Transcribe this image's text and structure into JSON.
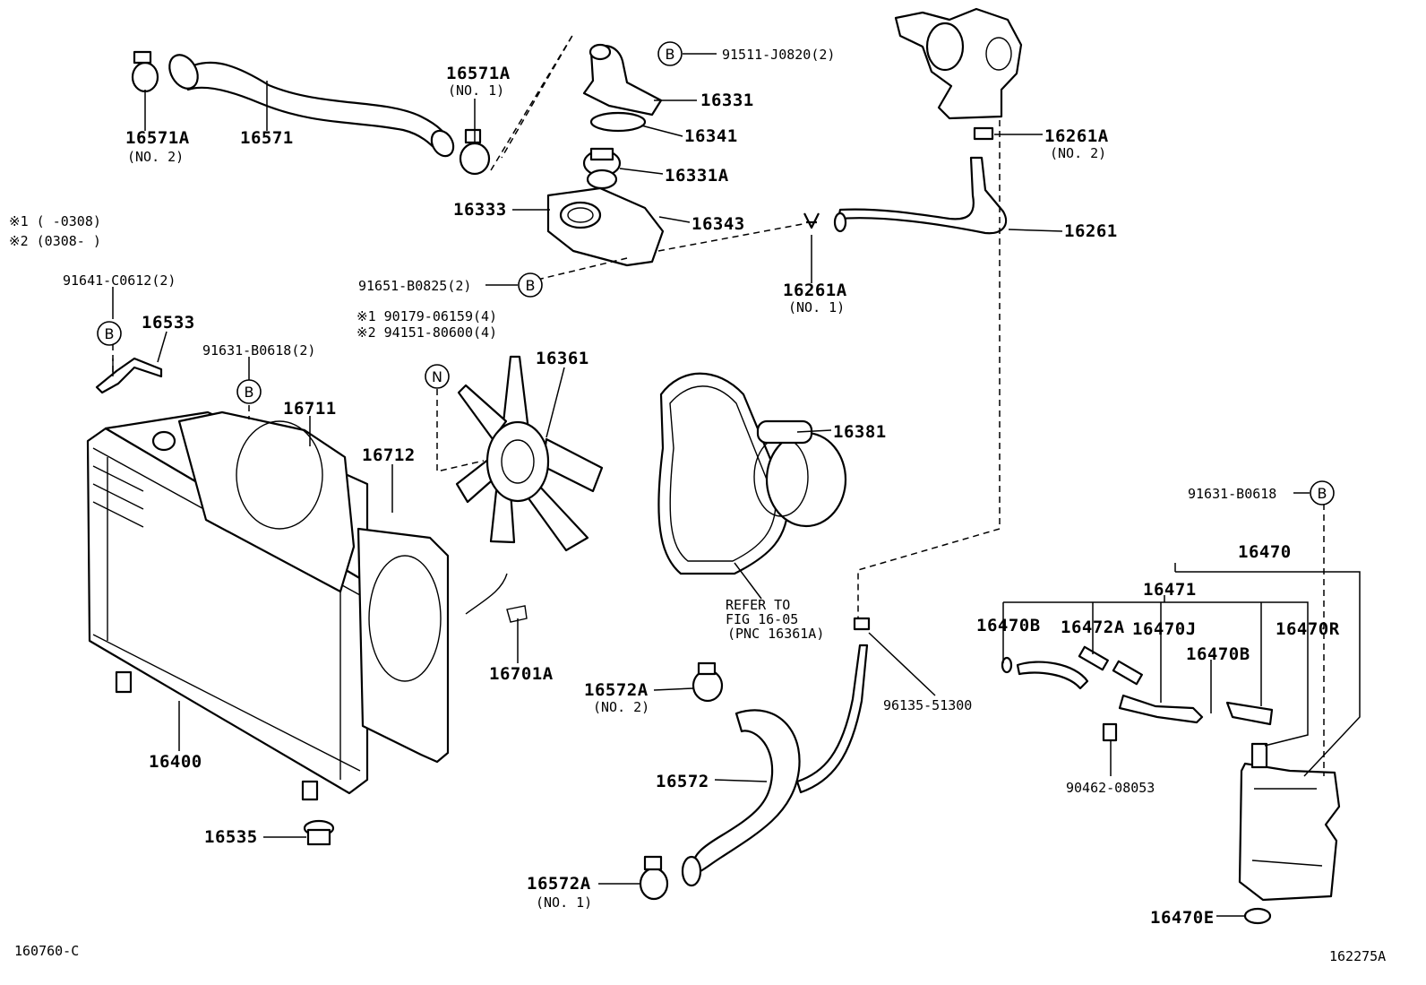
{
  "callouts": [
    {
      "id": "p16571a_no2",
      "num": "16571A",
      "sub": "(NO. 2)"
    },
    {
      "id": "p16571",
      "num": "16571"
    },
    {
      "id": "p16571a_no1",
      "num": "16571A",
      "sub": "(NO. 1)"
    },
    {
      "id": "p91511",
      "num": "91511-J0820(2)"
    },
    {
      "id": "p16331",
      "num": "16331"
    },
    {
      "id": "p16341",
      "num": "16341"
    },
    {
      "id": "p16331a",
      "num": "16331A"
    },
    {
      "id": "p16333",
      "num": "16333"
    },
    {
      "id": "p16343",
      "num": "16343"
    },
    {
      "id": "p91651",
      "num": "91651-B0825(2)"
    },
    {
      "id": "p16261a_no2",
      "num": "16261A",
      "sub": "(NO. 2)"
    },
    {
      "id": "p16261",
      "num": "16261"
    },
    {
      "id": "p16261a_no1",
      "num": "16261A",
      "sub": "(NO. 1)"
    },
    {
      "id": "p91641",
      "num": "91641-C0612(2)"
    },
    {
      "id": "p16533",
      "num": "16533"
    },
    {
      "id": "p91631_left",
      "num": "91631-B0618(2)"
    },
    {
      "id": "p16711",
      "num": "16711"
    },
    {
      "id": "p16712",
      "num": "16712"
    },
    {
      "id": "p16361",
      "num": "16361"
    },
    {
      "id": "p16381",
      "num": "16381"
    },
    {
      "id": "p16701a",
      "num": "16701A"
    },
    {
      "id": "p16400",
      "num": "16400"
    },
    {
      "id": "p16535",
      "num": "16535"
    },
    {
      "id": "p16572a_no2",
      "num": "16572A",
      "sub": "(NO. 2)"
    },
    {
      "id": "p16572",
      "num": "16572"
    },
    {
      "id": "p16572a_no1",
      "num": "16572A",
      "sub": "(NO. 1)"
    },
    {
      "id": "p96135",
      "num": "96135-51300"
    },
    {
      "id": "p91631_right",
      "num": "91631-B0618"
    },
    {
      "id": "p16470",
      "num": "16470"
    },
    {
      "id": "p16471",
      "num": "16471"
    },
    {
      "id": "p16470b_a",
      "num": "16470B"
    },
    {
      "id": "p16472a",
      "num": "16472A"
    },
    {
      "id": "p16470j",
      "num": "16470J"
    },
    {
      "id": "p16470r",
      "num": "16470R"
    },
    {
      "id": "p16470b_b",
      "num": "16470B"
    },
    {
      "id": "p90462",
      "num": "90462-08053"
    },
    {
      "id": "p16470e",
      "num": "16470E"
    }
  ],
  "notes": {
    "legend_1": "※1 (    -0308)",
    "legend_2": "※2 (0308-    )",
    "fan_bolt_1": "※1 90179-06159(4)",
    "fan_bolt_2": "※2 94151-80600(4)",
    "refer_1": "REFER TO",
    "refer_2": "FIG 16-05",
    "refer_3": "(PNC 16361A)"
  },
  "markers": {
    "b": "B",
    "n": "N"
  },
  "footer": {
    "left_code": "160760-C",
    "right_code": "162275A"
  }
}
